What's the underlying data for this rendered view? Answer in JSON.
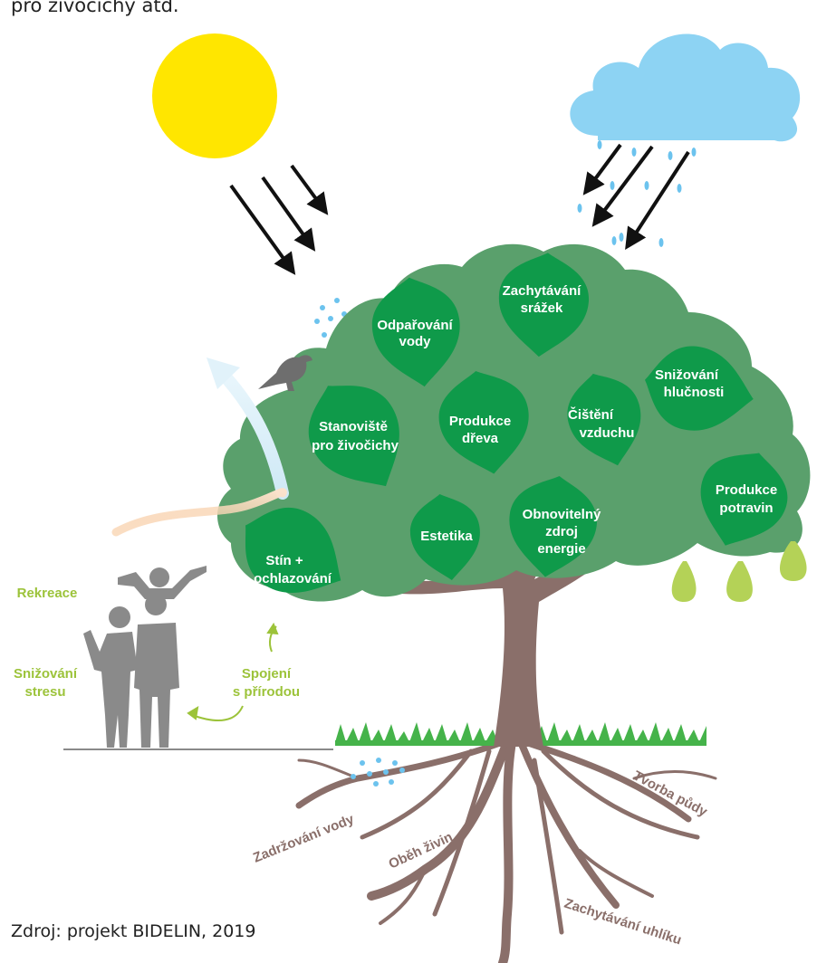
{
  "header": {
    "text_fragment": "pro živočichy atd."
  },
  "source": {
    "text": "Zdroj: projekt BIDELIN, 2019"
  },
  "benefits": {
    "odparovani": [
      "Odpařování",
      "vody"
    ],
    "zachytavani_srazek": [
      "Zachytávání",
      "srážek"
    ],
    "snizovani_hlucnosti": [
      "Snižování",
      "hlučnosti"
    ],
    "stanoviste": [
      "Stanoviště",
      "pro živočichy"
    ],
    "produkce_dreva": [
      "Produkce",
      "dřeva"
    ],
    "cisteni_vzduchu": [
      "Čištění",
      "vzduchu"
    ],
    "produkce_potravin": [
      "Produkce",
      "potravin"
    ],
    "obnovitelny_zdroj": [
      "Obnovitelný",
      "zdroj",
      "energie"
    ],
    "estetika": [
      "Estetika"
    ],
    "stin": [
      "Stín +",
      "ochlazování"
    ]
  },
  "people_benefits": {
    "rekreace": [
      "Rekreace"
    ],
    "snizovani_stresu": [
      "Snižování",
      "stresu"
    ],
    "spojeni": [
      "Spojení",
      "s přírodou"
    ]
  },
  "roots": {
    "zadrzovani_vody": "Zadržování vody",
    "obeh_zivin": "Oběh živin",
    "tvorba_pudy": "Tvorba půdy",
    "zachytavani_uhliku": "Zachytávání uhlíku"
  },
  "colors": {
    "canopy": "#5aa06c",
    "leaf": "#0f9a4a",
    "trunk": "#8a6f6a",
    "sun": "#ffe600",
    "cloud": "#8dd3f3",
    "rain": "#6cc3ee",
    "grass": "#45b34a",
    "pear": "#b4d257",
    "person": "#8a8a8a",
    "accent_green": "#9cc33a"
  }
}
